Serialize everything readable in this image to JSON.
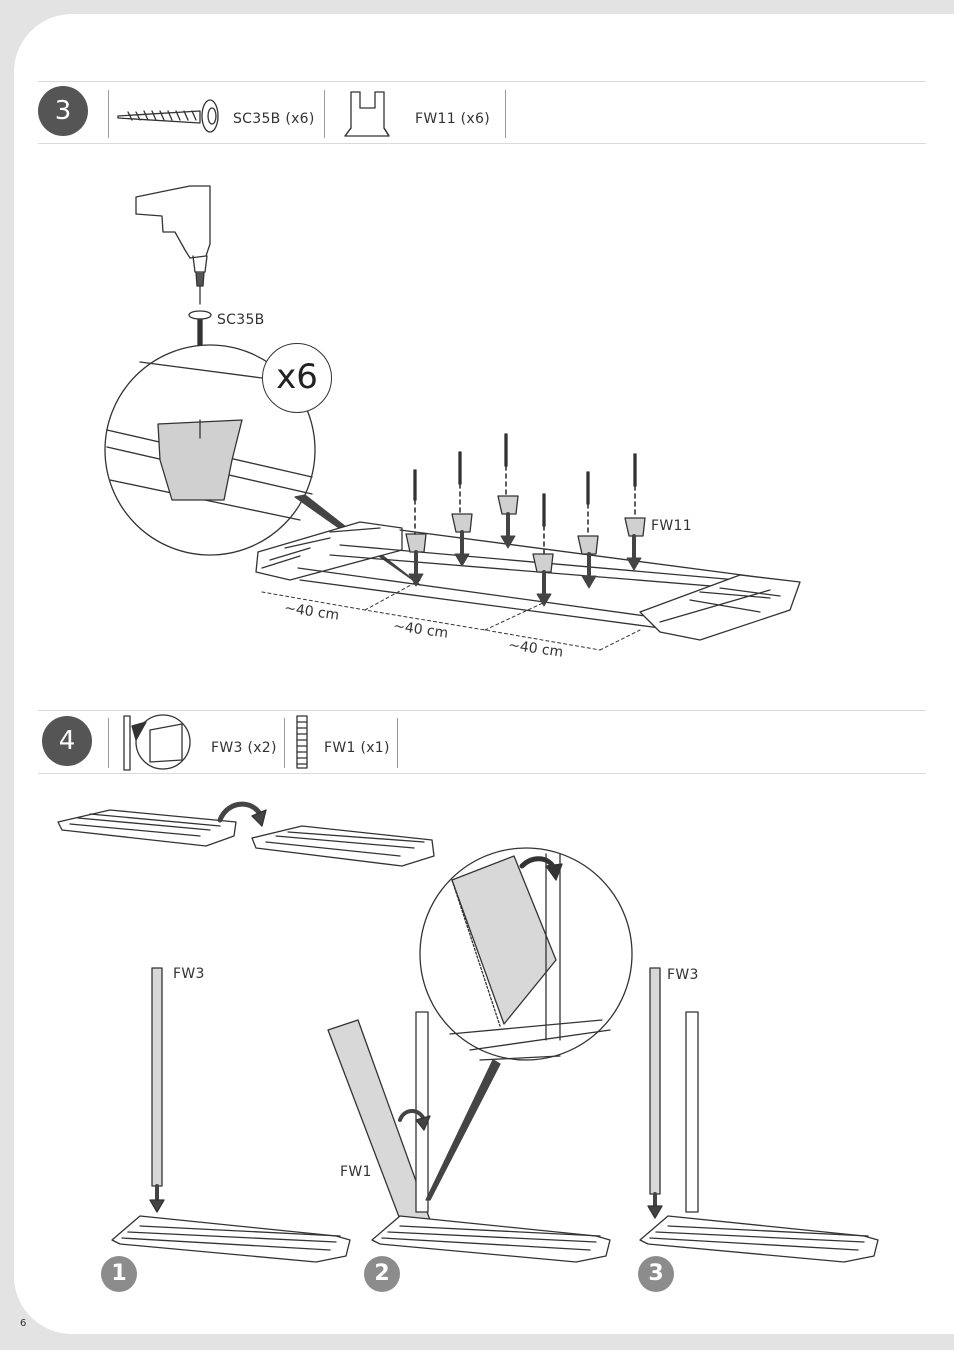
{
  "page_number": "6",
  "step3": {
    "number": "3",
    "parts": [
      {
        "code": "SC35B (x6)",
        "icon": "screw-icon"
      },
      {
        "code": "FW11 (x6)",
        "icon": "foot-block-icon"
      }
    ],
    "callouts": {
      "screw": "SC35B",
      "multiplier": "x6",
      "foot": "FW11"
    },
    "spacing_labels": [
      "~40 cm",
      "~40 cm",
      "~40 cm"
    ]
  },
  "step4": {
    "number": "4",
    "parts": [
      {
        "code": "FW3 (x2)",
        "icon": "corner-post-icon"
      },
      {
        "code": "FW1 (x1)",
        "icon": "wall-panel-icon"
      }
    ],
    "callouts": {
      "post_left": "FW3",
      "panel": "FW1",
      "post_right": "FW3"
    },
    "substeps": [
      "1",
      "2",
      "3"
    ]
  }
}
